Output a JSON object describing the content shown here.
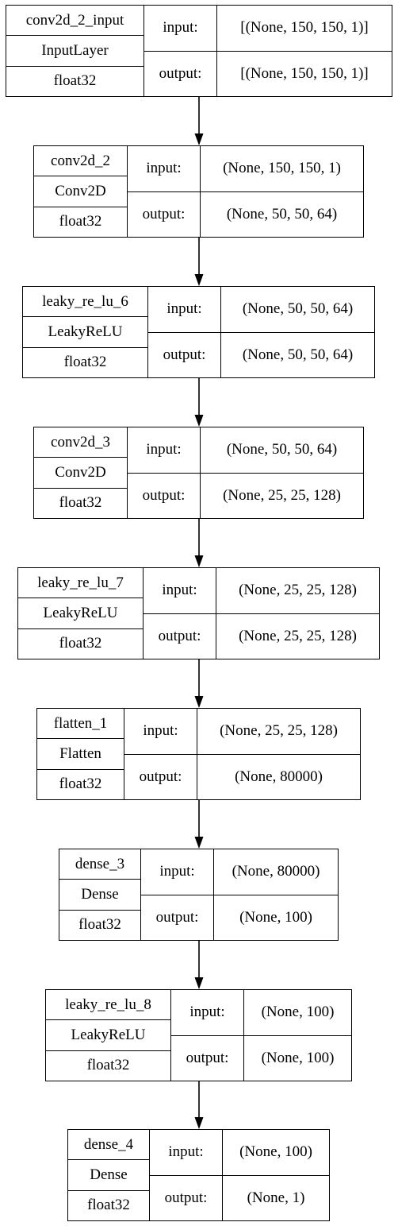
{
  "layers": [
    {
      "name": "conv2d_2_input",
      "type": "InputLayer",
      "dtype": "float32",
      "input_label": "input:",
      "output_label": "output:",
      "input_shape": "[(None, 150, 150, 1)]",
      "output_shape": "[(None, 150, 150, 1)]"
    },
    {
      "name": "conv2d_2",
      "type": "Conv2D",
      "dtype": "float32",
      "input_label": "input:",
      "output_label": "output:",
      "input_shape": "(None, 150, 150, 1)",
      "output_shape": "(None, 50, 50, 64)"
    },
    {
      "name": "leaky_re_lu_6",
      "type": "LeakyReLU",
      "dtype": "float32",
      "input_label": "input:",
      "output_label": "output:",
      "input_shape": "(None, 50, 50, 64)",
      "output_shape": "(None, 50, 50, 64)"
    },
    {
      "name": "conv2d_3",
      "type": "Conv2D",
      "dtype": "float32",
      "input_label": "input:",
      "output_label": "output:",
      "input_shape": "(None, 50, 50, 64)",
      "output_shape": "(None, 25, 25, 128)"
    },
    {
      "name": "leaky_re_lu_7",
      "type": "LeakyReLU",
      "dtype": "float32",
      "input_label": "input:",
      "output_label": "output:",
      "input_shape": "(None, 25, 25, 128)",
      "output_shape": "(None, 25, 25, 128)"
    },
    {
      "name": "flatten_1",
      "type": "Flatten",
      "dtype": "float32",
      "input_label": "input:",
      "output_label": "output:",
      "input_shape": "(None, 25, 25, 128)",
      "output_shape": "(None, 80000)"
    },
    {
      "name": "dense_3",
      "type": "Dense",
      "dtype": "float32",
      "input_label": "input:",
      "output_label": "output:",
      "input_shape": "(None, 80000)",
      "output_shape": "(None, 100)"
    },
    {
      "name": "leaky_re_lu_8",
      "type": "LeakyReLU",
      "dtype": "float32",
      "input_label": "input:",
      "output_label": "output:",
      "input_shape": "(None, 100)",
      "output_shape": "(None, 100)"
    },
    {
      "name": "dense_4",
      "type": "Dense",
      "dtype": "float32",
      "input_label": "input:",
      "output_label": "output:",
      "input_shape": "(None, 100)",
      "output_shape": "(None, 1)"
    }
  ]
}
